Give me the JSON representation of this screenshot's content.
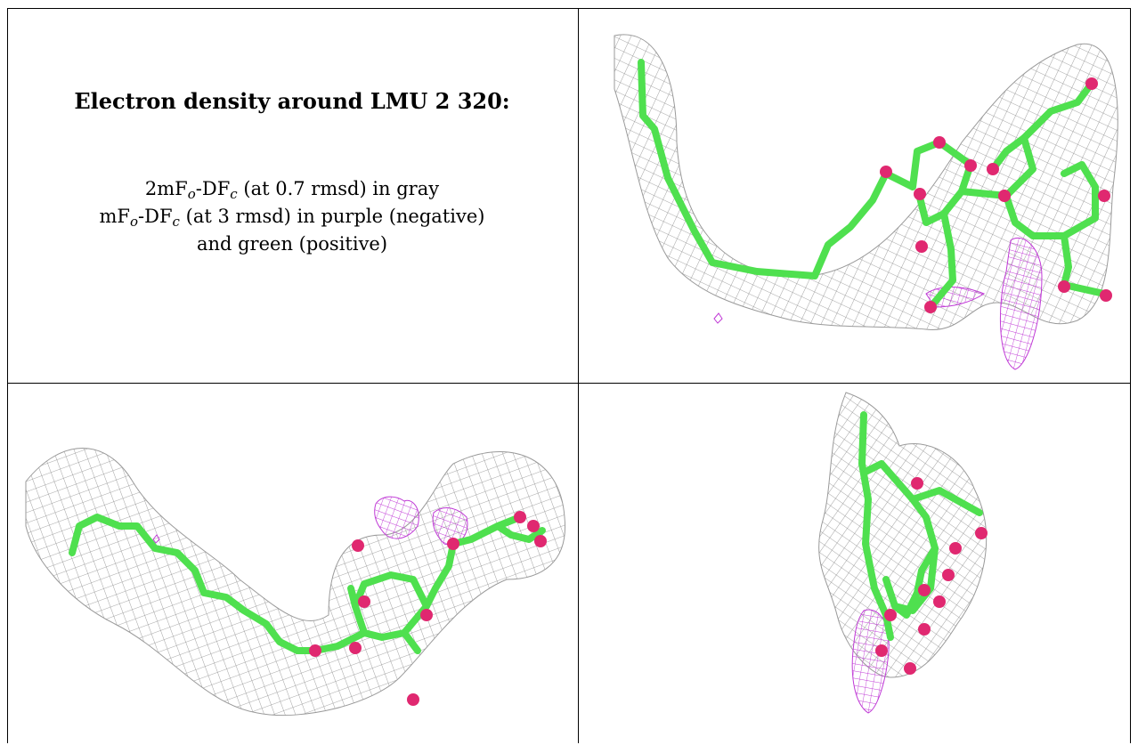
{
  "caption": {
    "title": "Electron density around LMU 2 320:",
    "line1_parts": [
      "2mF",
      "o",
      "-DF",
      "c",
      " (at 0.7 rmsd) in gray"
    ],
    "line2_parts": [
      "mF",
      "o",
      "-DF",
      "c",
      " (at 3 rmsd) in purple (negative)"
    ],
    "line3": "and green (positive)"
  },
  "colors": {
    "mesh_2fofc": "#8a8a8a",
    "mesh_negative": "#c03ad6",
    "carbon_stick": "#4fe04f",
    "oxygen_atom": "#e02870",
    "border": "#000000"
  },
  "panels": [
    {
      "name": "view-1",
      "content": "ligand-density-render"
    },
    {
      "name": "view-2",
      "content": "ligand-density-render"
    },
    {
      "name": "view-3",
      "content": "ligand-density-render"
    }
  ]
}
